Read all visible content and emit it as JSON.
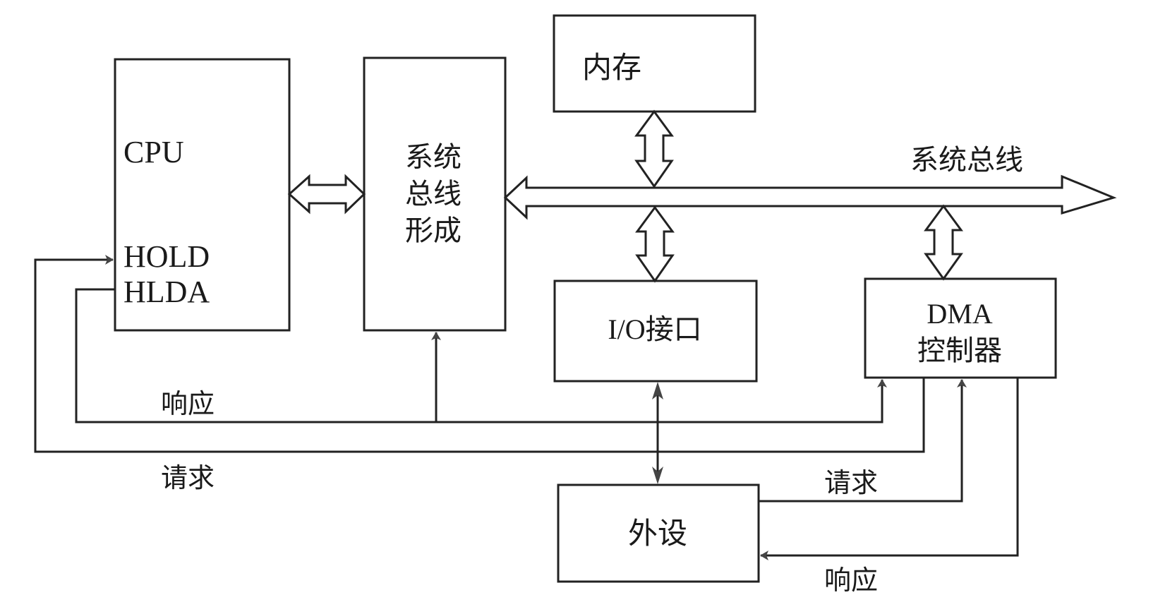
{
  "diagram": {
    "title": "",
    "nodes": {
      "cpu": {
        "label": "CPU",
        "pins": [
          "HOLD",
          "HLDA"
        ]
      },
      "bus_gen": {
        "lines": [
          "系统",
          "总线",
          "形成"
        ]
      },
      "memory": {
        "label": "内存"
      },
      "io": {
        "label": "I/O接口"
      },
      "dma": {
        "lines": [
          "DMA",
          "控制器"
        ]
      },
      "peripheral": {
        "label": "外设"
      }
    },
    "bus": {
      "label": "系统总线"
    },
    "signals": {
      "cpu_response": "响应",
      "cpu_request": "请求",
      "dev_request": "请求",
      "dev_response": "响应"
    },
    "connections": [
      {
        "from": "cpu",
        "to": "bus_gen",
        "type": "bidirectional-bus"
      },
      {
        "from": "bus_gen",
        "to": "system_bus",
        "type": "bidirectional-bus"
      },
      {
        "from": "memory",
        "to": "system_bus",
        "type": "bidirectional-bus"
      },
      {
        "from": "io",
        "to": "system_bus",
        "type": "bidirectional-bus"
      },
      {
        "from": "dma",
        "to": "system_bus",
        "type": "bidirectional-bus"
      },
      {
        "from": "io",
        "to": "peripheral",
        "type": "bidirectional"
      },
      {
        "from": "dma",
        "to": "cpu.HOLD",
        "label": "请求"
      },
      {
        "from": "cpu.HLDA",
        "to": "dma",
        "label": "响应"
      },
      {
        "from": "cpu.HLDA",
        "to": "bus_gen"
      },
      {
        "from": "peripheral",
        "to": "dma",
        "label": "请求"
      },
      {
        "from": "dma",
        "to": "peripheral",
        "label": "响应"
      }
    ]
  }
}
